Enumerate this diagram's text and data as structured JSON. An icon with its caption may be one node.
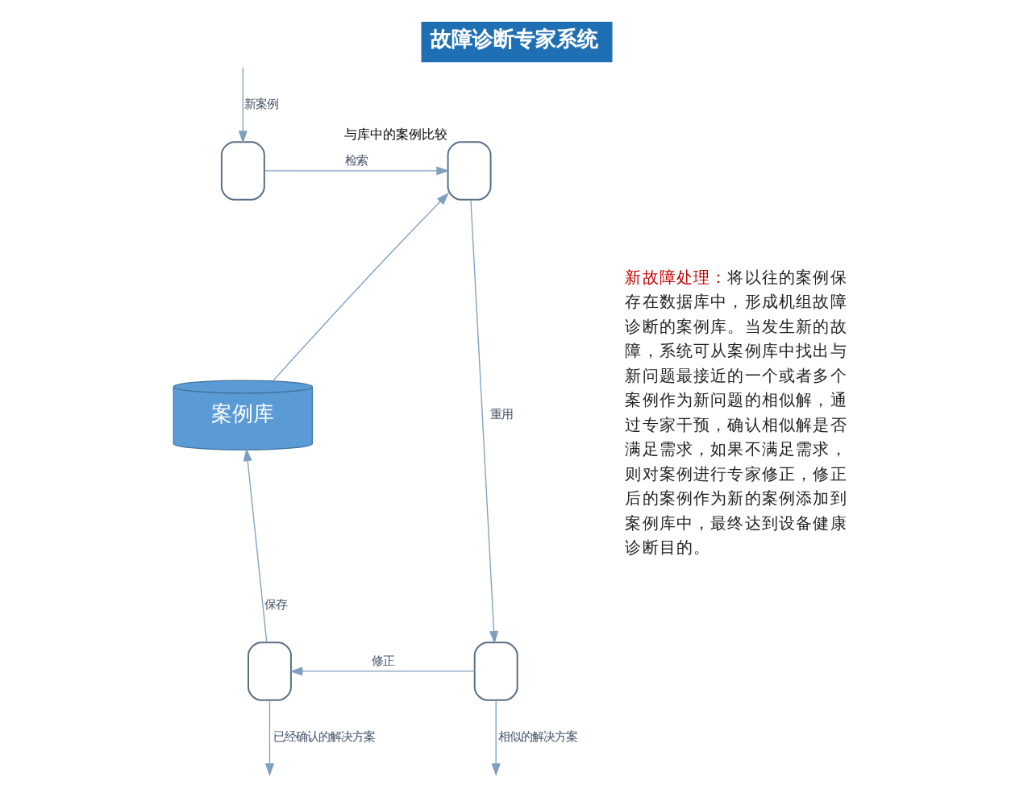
{
  "diagram": {
    "title": "故障诊断专家系统",
    "nodes": [
      {
        "text": [],
        "shape": "box"
      },
      {
        "text": [],
        "shape": "box",
        "beside": [
          "与库中的案例比较"
        ]
      },
      {
        "text": [
          "案例库"
        ]
      },
      {
        "text": [],
        "shape": "box"
      },
      {
        "text": [],
        "shape": "box"
      }
    ],
    "edges": [
      {
        "from": null,
        "to": 0,
        "arrow": "to",
        "label": "新案例"
      },
      {
        "from": 0,
        "to": 1,
        "arrow": "to",
        "label": "检索"
      },
      {
        "from": 2,
        "to": 1,
        "arrow": "to"
      },
      {
        "from": 1,
        "to": 4,
        "arrow": "to",
        "label": "重用"
      },
      {
        "from": 4,
        "to": 3,
        "arrow": "to",
        "label": "修正"
      },
      {
        "from": 3,
        "to": 2,
        "arrow": "to",
        "label": "保存"
      },
      {
        "from": 3,
        "to": null,
        "arrow": "to",
        "label": "已经确认的解决方案"
      },
      {
        "from": 4,
        "to": null,
        "arrow": "to",
        "label": "相似的解决方案"
      }
    ],
    "labels": [
      "新故障处理：",
      "将以往的案例保存在数据库中，形成机组故障诊断的案例库。当发生新的故障，系统可从案例库中找出与新问题最接近的一个或者多个案例作为新问题的相似解，通过专家干预，确认相似解是否满足需求，如果不满足需求，则对案例进行专家修正，修正后的案例作为新的案例添加到案例库中，最终达到设备健康诊断目的。"
    ]
  }
}
